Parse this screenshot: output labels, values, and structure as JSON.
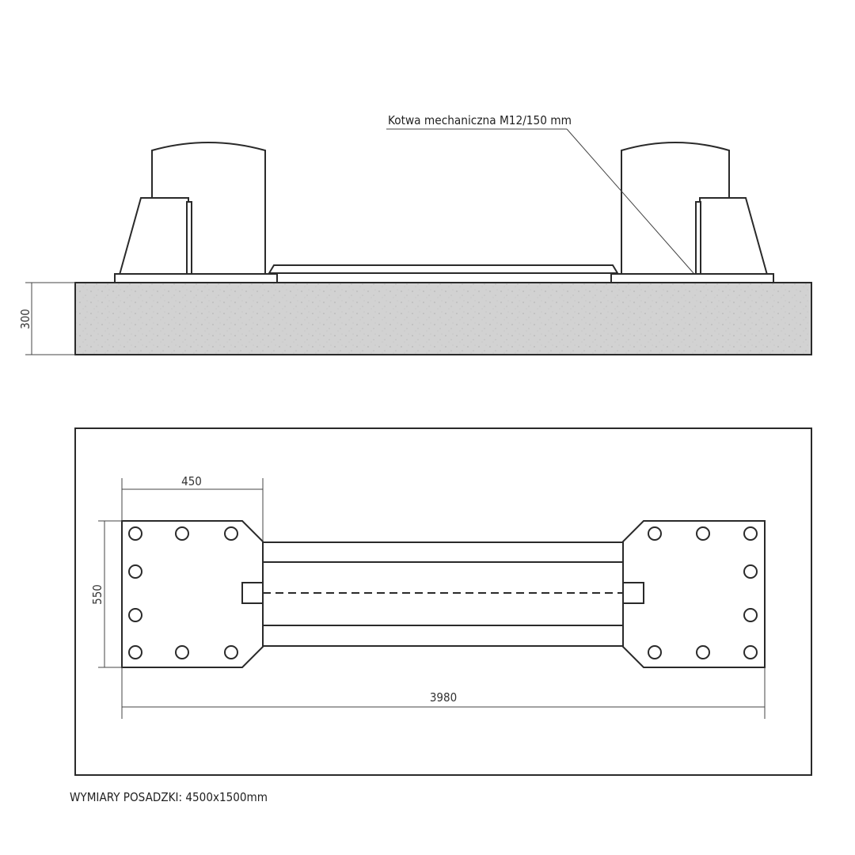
{
  "anchor_label": "Kotwa mechaniczna M12/150 mm",
  "dims": {
    "height": "300",
    "plate_width": "450",
    "plate_depth": "550",
    "total_length": "3980"
  },
  "floor_label": "WYMIARY POSADZKI: 4500x1500mm"
}
